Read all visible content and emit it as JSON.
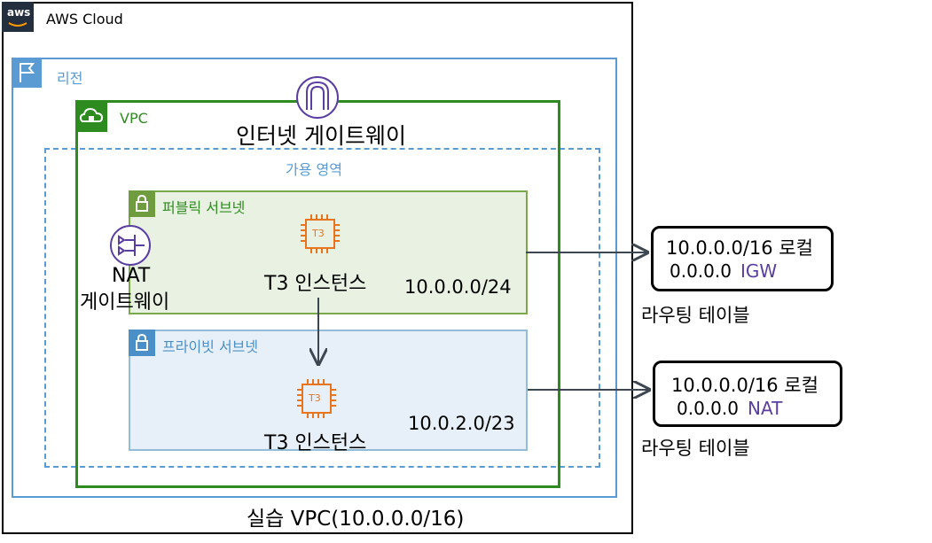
{
  "cloud": {
    "label": "AWS Cloud",
    "logo_text": "aws"
  },
  "region": {
    "label": "리전"
  },
  "vpc": {
    "label": "VPC",
    "title": "실습 VPC(10.0.0.0/16)"
  },
  "internet_gateway": {
    "label": "인터넷 게이트웨이"
  },
  "availability_zone": {
    "label": "가용 영역"
  },
  "nat_gateway": {
    "label_line1": "NAT",
    "label_line2": "게이트웨이"
  },
  "public_subnet": {
    "label": "퍼블릭 서브넷",
    "instance_label": "T3 인스턴스",
    "chip_text": "T3",
    "cidr": "10.0.0.0/24"
  },
  "private_subnet": {
    "label": "프라이빗 서브넷",
    "instance_label": "T3 인스턴스",
    "chip_text": "T3",
    "cidr": "10.0.2.0/23"
  },
  "route_table_public": {
    "row1": "10.0.0.0/16 로컬",
    "row2_dest": "0.0.0.0",
    "row2_target": "IGW",
    "caption": "라우팅 테이블"
  },
  "route_table_private": {
    "row1": "10.0.0.0/16 로컬",
    "row2_dest": "0.0.0.0",
    "row2_target": "NAT",
    "caption": "라우팅 테이블"
  },
  "colors": {
    "region": "#5a9bd4",
    "vpc": "#2e8b1f",
    "public_subnet": "#7aa84a",
    "private_subnet": "#93bcd9",
    "gateway_icon": "#5a3ea1",
    "instance_icon": "#e8741e",
    "route_target": "#5a3ea1"
  }
}
